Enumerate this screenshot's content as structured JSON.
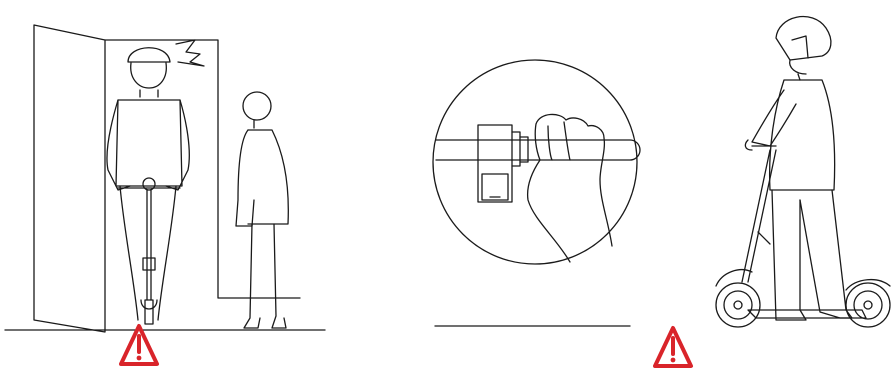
{
  "panels": [
    {
      "name": "doorway-scene",
      "warning_icon": "warning-triangle-icon"
    },
    {
      "name": "throttle-grip-closeup",
      "warning_icon": "warning-triangle-icon"
    },
    {
      "name": "riding-stance-scene"
    }
  ],
  "colors": {
    "line": "#1a1a1a",
    "warning_red": "#d9242a",
    "background": "#ffffff"
  }
}
